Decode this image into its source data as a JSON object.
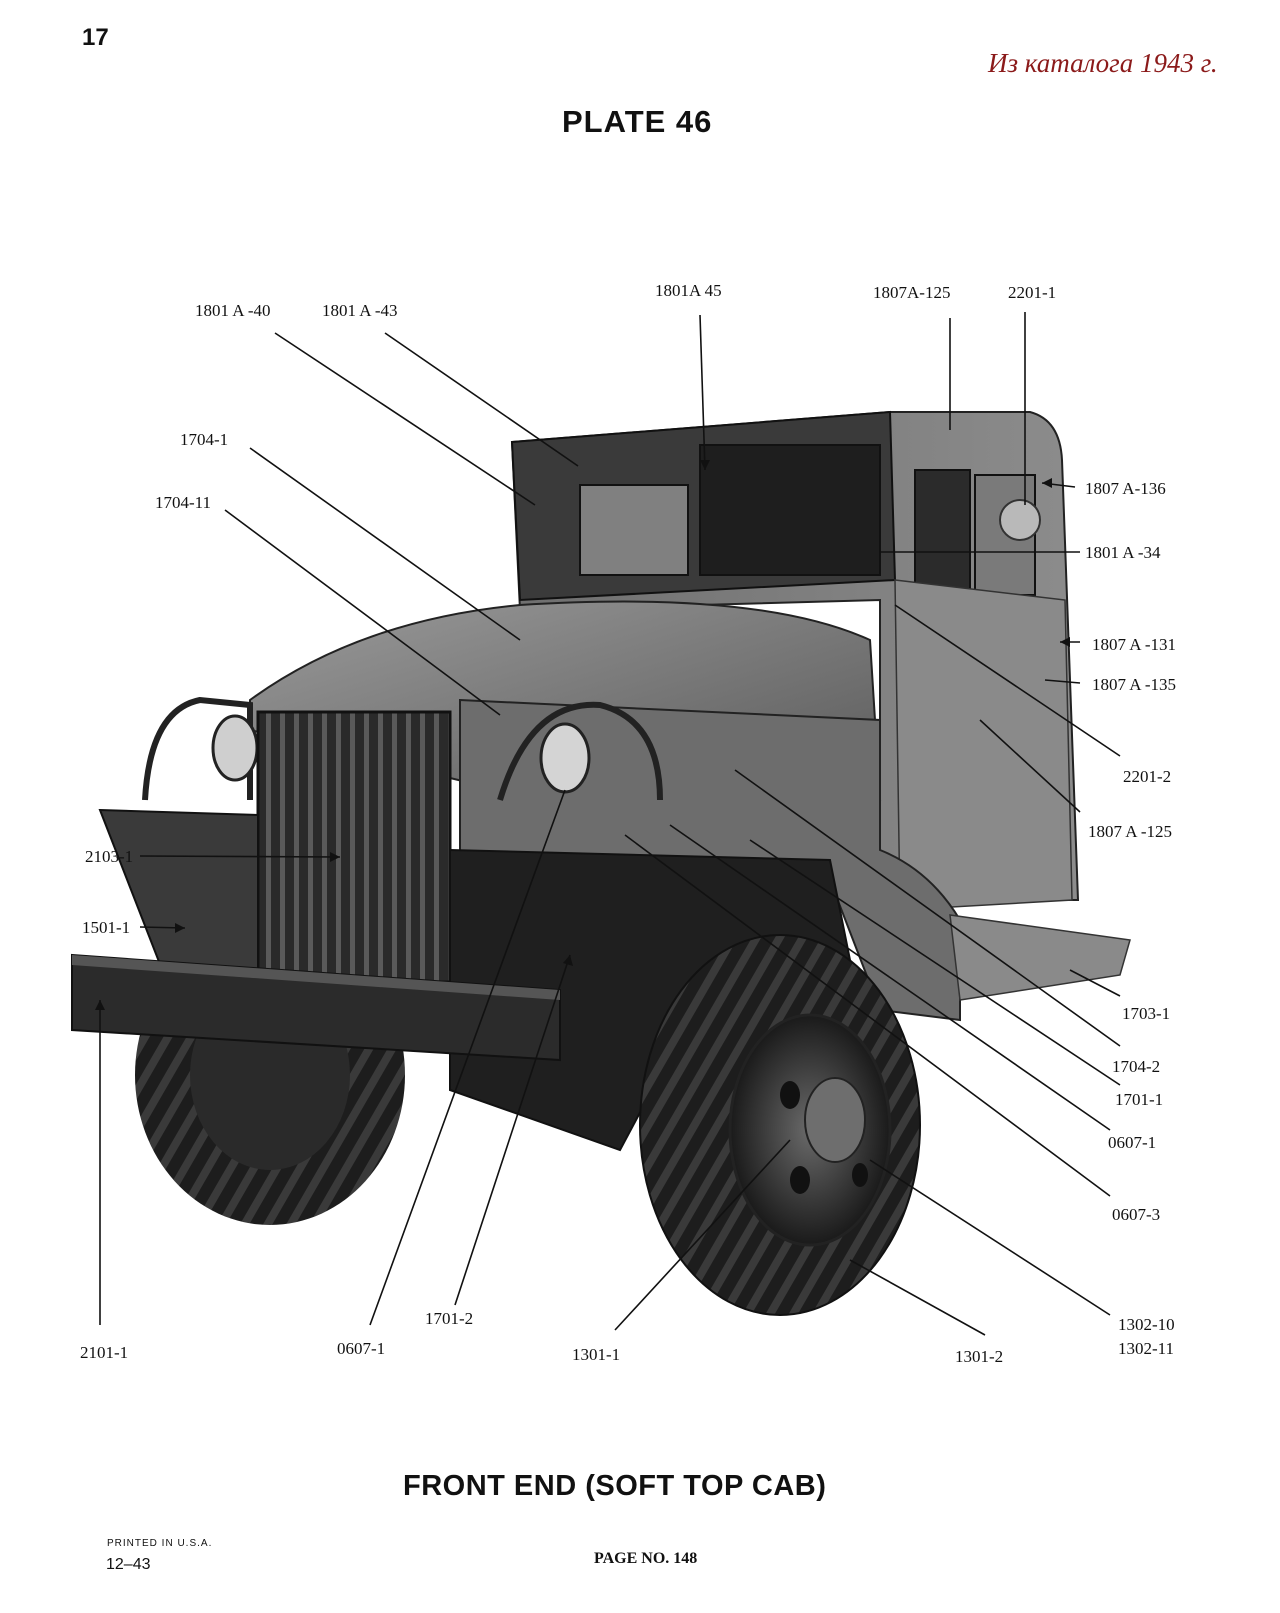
{
  "header": {
    "page_number": "17",
    "catalog_note": "Из каталога 1943 г.",
    "plate_title": "PLATE 46"
  },
  "footer": {
    "caption": "FRONT END (SOFT TOP CAB)",
    "printed": "PRINTED IN U.S.A.",
    "print_date": "12–43",
    "page_no": "PAGE NO. 148"
  },
  "colors": {
    "catalog_note": "#8b1a1a",
    "ink": "#111111",
    "truck_dark": "#1c1c1c",
    "truck_mid": "#4a4a4a",
    "truck_light": "#7b7b7b"
  },
  "illustration": {
    "subject": "truck-front-end-soft-top-cab"
  },
  "part_labels": {
    "p1801a40": "1801 A -40",
    "p1801a43": "1801 A -43",
    "p1801a45": "1801A 45",
    "p1807a125_top": "1807A-125",
    "p2201_1": "2201-1",
    "p1704_1": "1704-1",
    "p1704_11": "1704-11",
    "p1807a136": "1807 A-136",
    "p1801a34": "1801 A -34",
    "p1807a131": "1807 A -131",
    "p1807a135": "1807 A -135",
    "p2201_2": "2201-2",
    "p1807a125_side": "1807 A -125",
    "p2103_1": "2103-1",
    "p1501_1": "1501-1",
    "p1703_1": "1703-1",
    "p1704_2": "1704-2",
    "p1701_1": "1701-1",
    "p0607_1_right": "0607-1",
    "p0607_3": "0607-3",
    "p1302_10": "1302-10",
    "p1302_11": "1302-11",
    "p2101_1": "2101-1",
    "p0607_1_bottom": "0607-1",
    "p1701_2": "1701-2",
    "p1301_1": "1301-1",
    "p1301_2": "1301-2"
  }
}
